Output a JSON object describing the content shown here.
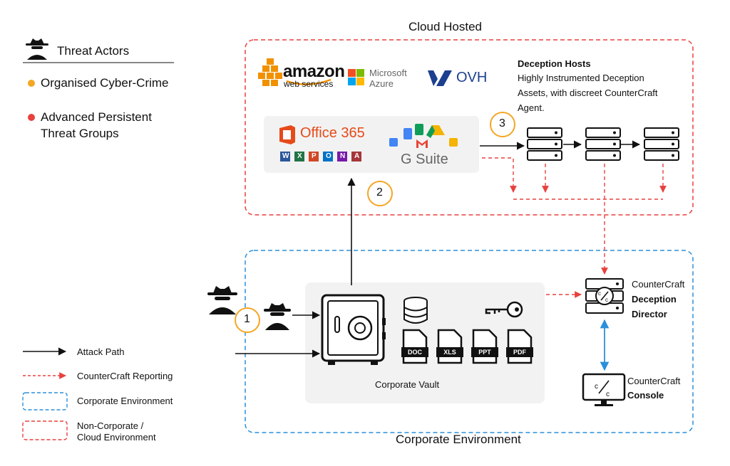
{
  "legend_top": {
    "threat_actors": "Threat Actors",
    "items": [
      {
        "label": "Organised Cyber-Crime",
        "color": "#f5a623"
      },
      {
        "label_line1": "Advanced Persistent",
        "label_line2": "Threat Groups",
        "color": "#e8413e"
      }
    ]
  },
  "cloud": {
    "title": "Cloud Hosted",
    "providers": {
      "amazon": "amazon",
      "aws_sub": "web services",
      "microsoft": "Microsoft",
      "azure": "Azure",
      "ovh": "OVH"
    },
    "saas": {
      "office": "Office 365",
      "gsuite": "G Suite",
      "office_apps": [
        "W",
        "X",
        "P",
        "O",
        "N",
        "A"
      ]
    },
    "deception": {
      "title": "Deception Hosts",
      "line1": "Highly Instrumented Deception",
      "line2": "Assets, with discreet CounterCraft",
      "line3": "Agent."
    }
  },
  "steps": [
    "1",
    "2",
    "3"
  ],
  "corporate": {
    "title": "Corporate Environment",
    "vault_label": "Corporate Vault",
    "files": [
      "DOC",
      "XLS",
      "PPT",
      "PDF"
    ],
    "director": {
      "line1": "CounterCraft",
      "line2": "Deception",
      "line3": "Director"
    },
    "console": {
      "line1": "CounterCraft",
      "line2": "Console"
    }
  },
  "legend_bottom": [
    {
      "label": "Attack Path"
    },
    {
      "label": "CounterCraft Reporting"
    },
    {
      "label": "Corporate Environment"
    },
    {
      "label_line1": "Non-Corporate /",
      "label_line2": "Cloud Environment"
    }
  ],
  "colors": {
    "red": "#e8413e",
    "blue": "#2b8fd9",
    "orange": "#f5a623",
    "panel": "#f2f2f2"
  },
  "icons": {
    "threat_actor": "spy-icon",
    "server": "server-icon",
    "safe": "safe-icon",
    "database": "database-icon",
    "key": "key-icon",
    "monitor": "monitor-icon"
  }
}
